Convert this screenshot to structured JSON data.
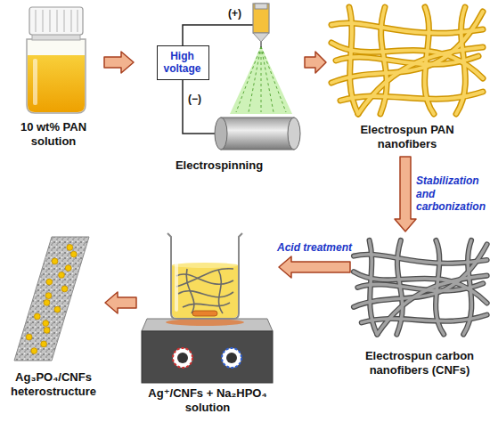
{
  "diagram": {
    "nodes": [
      {
        "text": [
          "10 wt% PAN solution"
        ]
      },
      {
        "text": [
          "Electrospinning"
        ]
      },
      {
        "text": [
          "High voltage"
        ],
        "in": 1
      },
      {
        "text": [
          "Electrospun PAN nanofibers"
        ]
      },
      {
        "text": [
          "Electrospun carbon nanofibers (CNFs)"
        ]
      },
      {
        "text": [
          "Ag⁺/CNFs + Na₂HPO₄ solution"
        ]
      },
      {
        "text": [
          "Ag₃PO₄/CNFs heterostructure"
        ]
      }
    ],
    "edges": [
      {
        "from": 0,
        "to": 1,
        "arrow": "to"
      },
      {
        "from": 1,
        "to": 3,
        "arrow": "to"
      },
      {
        "from": 3,
        "to": 4,
        "label": "Stabilization and carbonization",
        "arrow": "to"
      },
      {
        "from": 4,
        "to": 5,
        "label": "Acid treatment",
        "arrow": "to"
      },
      {
        "from": 5,
        "to": 6,
        "arrow": "to"
      }
    ],
    "labels": [
      "(+)",
      "(−)"
    ]
  }
}
